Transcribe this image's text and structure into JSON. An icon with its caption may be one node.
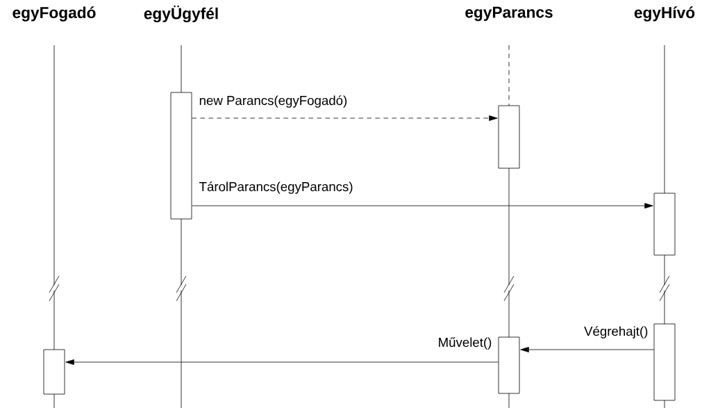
{
  "diagram": {
    "nodes": [
      {
        "text": [
          "egyFogadó"
        ]
      },
      {
        "text": [
          "egyÜgyfél"
        ]
      },
      {
        "text": [
          "egyParancs"
        ]
      },
      {
        "text": [
          "egyHívó"
        ]
      },
      {
        "text": [],
        "shape": "bar"
      },
      {
        "text": [],
        "shape": "bar"
      },
      {
        "text": [],
        "shape": "bar"
      },
      {
        "text": [],
        "shape": "bar"
      },
      {
        "text": [],
        "shape": "bar"
      },
      {
        "text": [],
        "shape": "bar"
      }
    ],
    "edges": [
      {
        "from": 4,
        "to": 5,
        "arrow": "to",
        "label": "new Parancs(egyFogadó)",
        "style": "dashed"
      },
      {
        "from": 4,
        "to": 6,
        "arrow": "to",
        "label": "TárolParancs(egyParancs)"
      },
      {
        "from": 9,
        "to": 8,
        "arrow": "to",
        "label": "Végrehajt()"
      },
      {
        "from": 8,
        "to": 7,
        "arrow": "to",
        "label": "Művelet()"
      }
    ]
  }
}
